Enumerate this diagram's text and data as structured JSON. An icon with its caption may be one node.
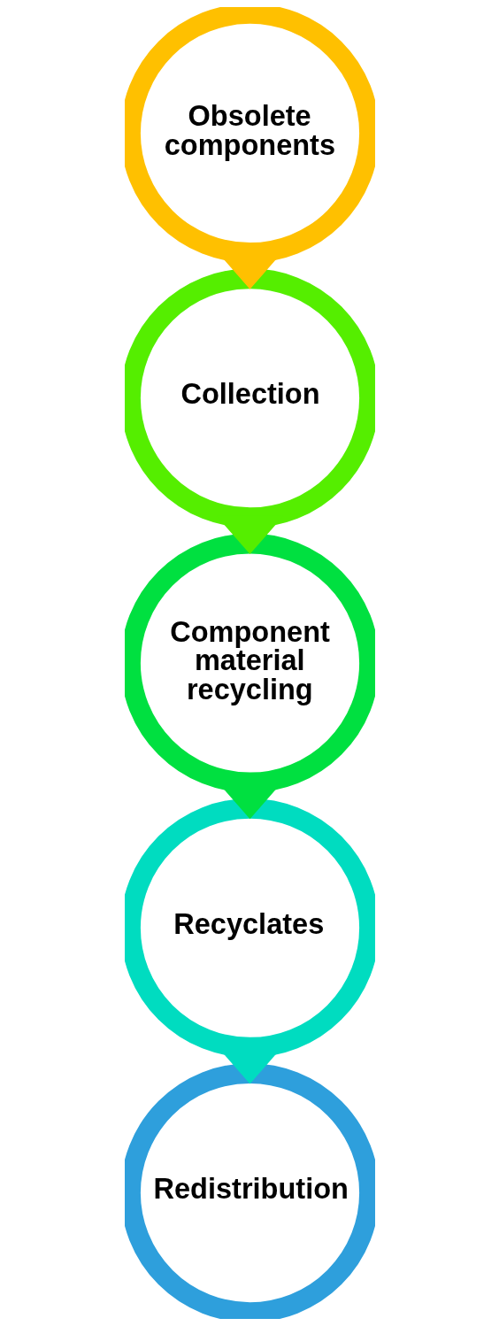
{
  "diagram": {
    "nodes": [
      {
        "text": [
          "Obsolete components"
        ]
      },
      {
        "text": [
          "Collection"
        ]
      },
      {
        "text": [
          "Component material recycling"
        ]
      },
      {
        "text": [
          "Recyclates"
        ]
      },
      {
        "text": [
          "Redistribution"
        ]
      }
    ],
    "edges": [
      {
        "from": 0,
        "to": 1,
        "arrow": "to",
        "color": "#ffc000"
      },
      {
        "from": 1,
        "to": 2,
        "arrow": "to",
        "color": "#55ee00"
      },
      {
        "from": 2,
        "to": 3,
        "arrow": "to",
        "color": "#00e040"
      },
      {
        "from": 3,
        "to": 4,
        "arrow": "to",
        "color": "#00dcc0"
      }
    ]
  }
}
